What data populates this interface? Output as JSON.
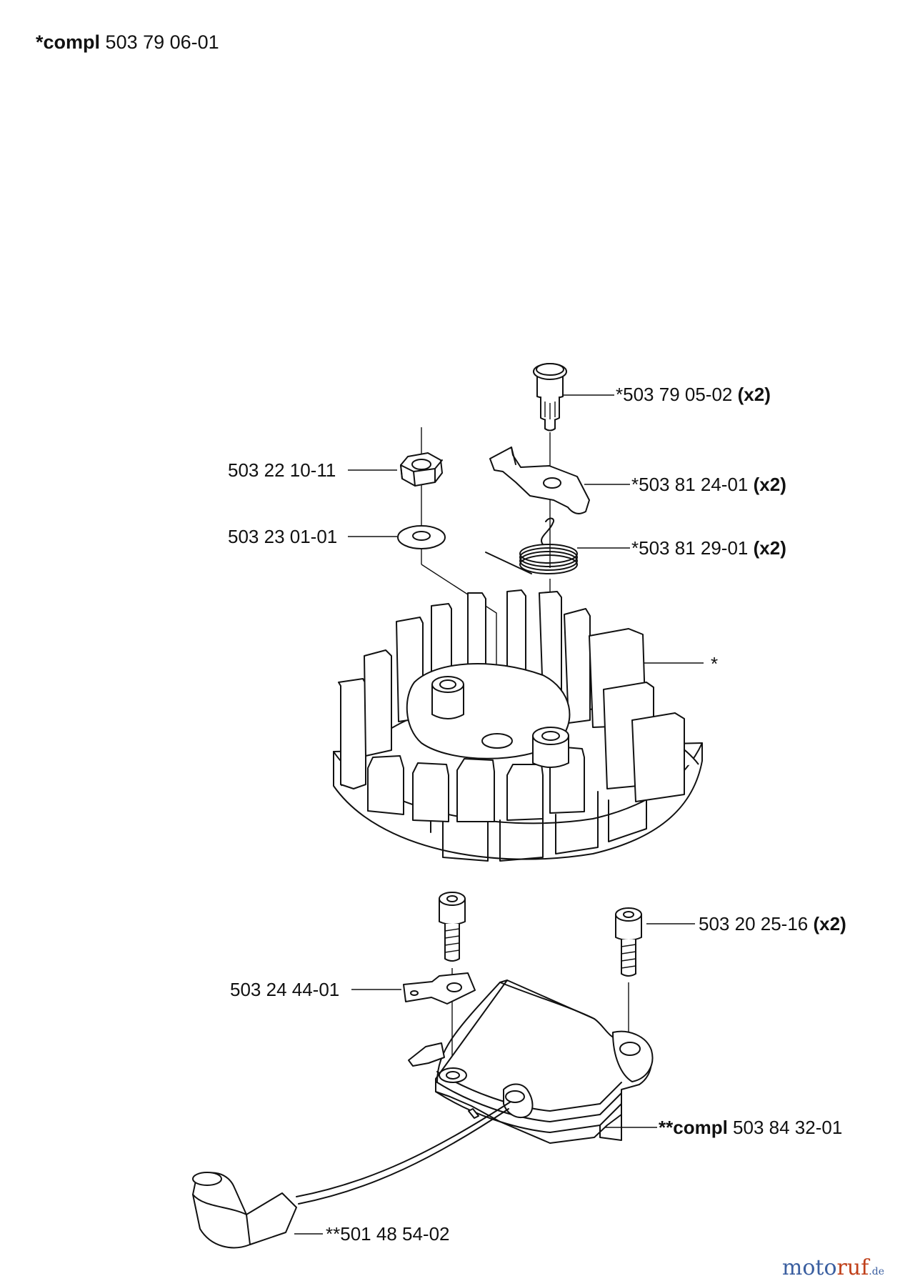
{
  "header": {
    "prefix": "*compl",
    "number": "503 79 06-01"
  },
  "callouts": [
    {
      "id": "pin",
      "prefix": "*",
      "number": "503 79 05-02",
      "qty": "(x2)"
    },
    {
      "id": "nut",
      "prefix": "",
      "number": "503 22 10-11",
      "qty": ""
    },
    {
      "id": "pawl",
      "prefix": "*",
      "number": "503 81 24-01",
      "qty": "(x2)"
    },
    {
      "id": "washer",
      "prefix": "",
      "number": "503 23 01-01",
      "qty": ""
    },
    {
      "id": "spring",
      "prefix": "*",
      "number": "503 81 29-01",
      "qty": "(x2)"
    },
    {
      "id": "flywheel",
      "prefix": "*",
      "number": "",
      "qty": ""
    },
    {
      "id": "screw",
      "prefix": "",
      "number": "503 20 25-16",
      "qty": "(x2)"
    },
    {
      "id": "terminal",
      "prefix": "",
      "number": "503 24 44-01",
      "qty": ""
    },
    {
      "id": "ignition",
      "prefix": "**compl",
      "number": "503 84 32-01",
      "qty": ""
    },
    {
      "id": "spark-boot",
      "prefix": "**",
      "number": "501 48 54-02",
      "qty": ""
    }
  ],
  "watermark": {
    "part1": "moto",
    "part2": "ruf",
    "part3": ".de"
  }
}
